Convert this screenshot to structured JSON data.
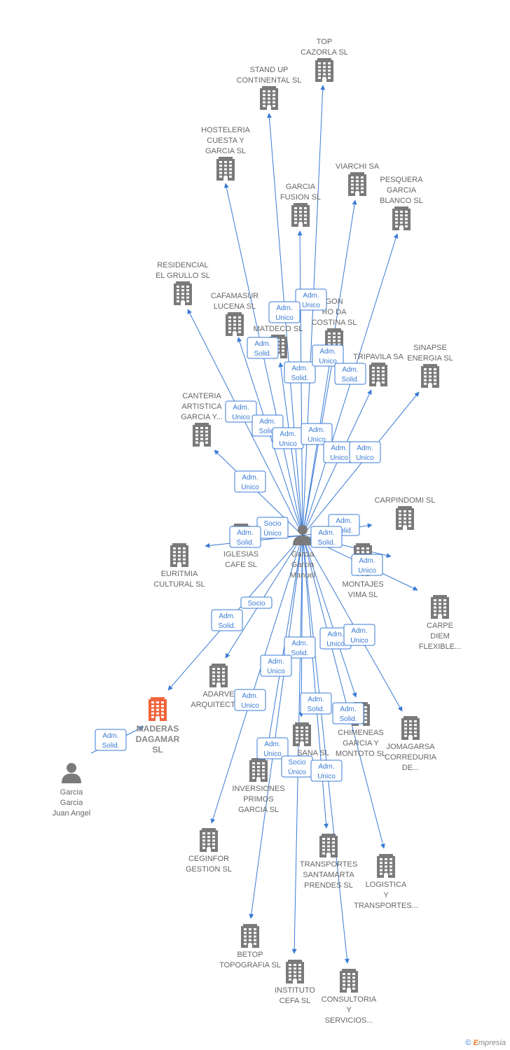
{
  "colors": {
    "edge": "#3a7bd5",
    "company_icon": "#7a7a7a",
    "focus_company_icon": "#f0643c",
    "person_icon": "#7a7a7a",
    "label_text": "#666666",
    "edge_label_border": "#3a7bd5"
  },
  "icons": {
    "company": "building-icon",
    "person": "person-icon"
  },
  "nodes": [
    {
      "id": "manuel",
      "type": "person",
      "lines": [
        "Garcia",
        "Garcia",
        "Manuel"
      ]
    },
    {
      "id": "juan",
      "type": "person",
      "lines": [
        "Garcia",
        "Garcia",
        "Juan Angel"
      ]
    },
    {
      "id": "maderas",
      "type": "company",
      "focus": true,
      "lines": [
        "MADERAS",
        "DAGAMAR",
        "SL"
      ]
    },
    {
      "id": "top",
      "type": "company",
      "lines": [
        "TOP",
        "CAZORLA SL"
      ]
    },
    {
      "id": "standup",
      "type": "company",
      "lines": [
        "STAND UP",
        "CONTINENTAL SL"
      ]
    },
    {
      "id": "hosteleria",
      "type": "company",
      "lines": [
        "HOSTELERIA",
        "CUESTA Y",
        "GARCIA SL"
      ]
    },
    {
      "id": "garciafusion",
      "type": "company",
      "lines": [
        "GARCIA",
        "FUSION SL"
      ]
    },
    {
      "id": "viarchi",
      "type": "company",
      "lines": [
        "VIARCHI SA"
      ]
    },
    {
      "id": "pesquera",
      "type": "company",
      "lines": [
        "PESQUERA",
        "GARCIA",
        "BLANCO SL"
      ]
    },
    {
      "id": "residencial",
      "type": "company",
      "lines": [
        "RESIDENCIAL",
        "EL GRULLO SL"
      ]
    },
    {
      "id": "cafamasur",
      "type": "company",
      "lines": [
        "CAFAMASUR",
        "LUCENA SL"
      ]
    },
    {
      "id": "logmatdeco",
      "type": "company",
      "lines": [
        "LOG",
        "MATDECO SL"
      ]
    },
    {
      "id": "obradoiro",
      "type": "company",
      "lines": [
        "GON",
        "RO DA",
        "COSTINA SL"
      ]
    },
    {
      "id": "tripavila",
      "type": "company",
      "lines": [
        "TRIPAVILA SA"
      ]
    },
    {
      "id": "sinapse",
      "type": "company",
      "lines": [
        "SINAPSE",
        "ENERGIA SL"
      ]
    },
    {
      "id": "canteria",
      "type": "company",
      "lines": [
        "CANTERIA",
        "ARTISTICA",
        "GARCIA Y..."
      ]
    },
    {
      "id": "carpindomi",
      "type": "company",
      "lines": [
        "CARPINDOMI SL"
      ]
    },
    {
      "id": "iglesias",
      "type": "company",
      "lines": [
        "IGLESIAS",
        "CAFE SL"
      ]
    },
    {
      "id": "euritmia",
      "type": "company",
      "lines": [
        "EURITMIA",
        "CULTURAL SL"
      ]
    },
    {
      "id": "tuberias",
      "type": "company",
      "lines": [
        "TUB",
        "MONTAJES",
        "VIMA SL"
      ]
    },
    {
      "id": "carpediem",
      "type": "company",
      "lines": [
        "CARPE",
        "DIEM",
        "FLEXIBLE..."
      ]
    },
    {
      "id": "adarve",
      "type": "company",
      "lines": [
        "ADARVE",
        "ARQUITECTUR"
      ]
    },
    {
      "id": "chimeneas",
      "type": "company",
      "lines": [
        "CHIMENEAS",
        "GARCIA Y",
        "MONTOTO SL"
      ]
    },
    {
      "id": "jomagarsa",
      "type": "company",
      "lines": [
        "JOMAGARSA",
        "CORREDURIA",
        "DE..."
      ]
    },
    {
      "id": "tecnisana",
      "type": "company",
      "lines": [
        "SANA SL"
      ]
    },
    {
      "id": "inversiones",
      "type": "company",
      "lines": [
        "INVERSIONES",
        "PRIMOS",
        "GARCIA SL"
      ]
    },
    {
      "id": "ceginfor",
      "type": "company",
      "lines": [
        "CEGINFOR",
        "GESTION SL"
      ]
    },
    {
      "id": "transportes",
      "type": "company",
      "lines": [
        "TRANSPORTES",
        "SANTAMARTA",
        "PRENDES SL"
      ]
    },
    {
      "id": "logistica",
      "type": "company",
      "lines": [
        "LOGISTICA",
        "Y",
        "TRANSPORTES..."
      ]
    },
    {
      "id": "betop",
      "type": "company",
      "lines": [
        "BETOP",
        "TOPOGRAFIA SL"
      ]
    },
    {
      "id": "instituto",
      "type": "company",
      "lines": [
        "INSTITUTO",
        "CEFA SL"
      ]
    },
    {
      "id": "consultoria",
      "type": "company",
      "lines": [
        "CONSULTORIA",
        "Y",
        "SERVICIOS..."
      ]
    }
  ],
  "edges": [
    {
      "from": "manuel",
      "to": "top",
      "role": [
        "Adm.",
        "Unico"
      ]
    },
    {
      "from": "manuel",
      "to": "standup",
      "role": [
        "Adm.",
        "Unico"
      ]
    },
    {
      "from": "manuel",
      "to": "hosteleria",
      "role": [
        "Adm.",
        "Solid."
      ]
    },
    {
      "from": "manuel",
      "to": "garciafusion",
      "role": [
        "Adm.",
        "Solid."
      ]
    },
    {
      "from": "manuel",
      "to": "viarchi",
      "role": [
        "Adm.",
        "Unico"
      ]
    },
    {
      "from": "manuel",
      "to": "pesquera",
      "role": [
        "Adm.",
        "Solid."
      ]
    },
    {
      "from": "manuel",
      "to": "residencial",
      "role": [
        "Adm.",
        "Unico"
      ]
    },
    {
      "from": "manuel",
      "to": "cafamasur",
      "role": [
        "Adm.",
        "Solid."
      ]
    },
    {
      "from": "manuel",
      "to": "logmatdeco",
      "role": [
        "Adm.",
        "Unico"
      ]
    },
    {
      "from": "manuel",
      "to": "obradoiro",
      "role": [
        "Adm.",
        "Unico"
      ]
    },
    {
      "from": "manuel",
      "to": "tripavila",
      "role": [
        "Adm.",
        "Unico"
      ]
    },
    {
      "from": "manuel",
      "to": "sinapse",
      "role": [
        "Adm.",
        "Unico"
      ]
    },
    {
      "from": "manuel",
      "to": "canteria",
      "role": [
        "Adm.",
        "Unico"
      ]
    },
    {
      "from": "manuel",
      "to": "carpindomi",
      "role": [
        "Adm.",
        "Solid."
      ]
    },
    {
      "from": "manuel",
      "to": "iglesias",
      "role": [
        "Socio",
        "Único"
      ]
    },
    {
      "from": "manuel",
      "to": "euritmia",
      "role": [
        "Adm.",
        "Solid."
      ]
    },
    {
      "from": "manuel",
      "to": "tuberias",
      "role": [
        "Adm.",
        "Solid."
      ]
    },
    {
      "from": "manuel",
      "to": "carpediem",
      "role": [
        "Adm.",
        "Unico"
      ]
    },
    {
      "from": "manuel",
      "to": "maderas",
      "role": [
        "Adm.",
        "Solid."
      ]
    },
    {
      "from": "manuel",
      "to": "adarve",
      "role": [
        "Socio"
      ]
    },
    {
      "from": "manuel",
      "to": "chimeneas",
      "role": [
        "Adm.",
        "Unico"
      ]
    },
    {
      "from": "manuel",
      "to": "jomagarsa",
      "role": [
        "Adm.",
        "Unico"
      ]
    },
    {
      "from": "manuel",
      "to": "tecnisana",
      "role": [
        "Adm.",
        "Solid."
      ]
    },
    {
      "from": "manuel",
      "to": "inversiones",
      "role": [
        "Adm.",
        "Unico"
      ]
    },
    {
      "from": "manuel",
      "to": "ceginfor",
      "role": [
        "Adm.",
        "Unico"
      ]
    },
    {
      "from": "manuel",
      "to": "transportes",
      "role": [
        "Adm.",
        "Solid."
      ]
    },
    {
      "from": "manuel",
      "to": "logistica",
      "role": [
        "Adm.",
        "Solid."
      ]
    },
    {
      "from": "manuel",
      "to": "betop",
      "role": [
        "Adm.",
        "Unico"
      ]
    },
    {
      "from": "manuel",
      "to": "instituto",
      "role": [
        "Socio",
        "Único"
      ]
    },
    {
      "from": "manuel",
      "to": "consultoria",
      "role": [
        "Adm.",
        "Unico"
      ]
    },
    {
      "from": "juan",
      "to": "maderas",
      "role": [
        "Adm.",
        "Solid."
      ]
    }
  ],
  "copyright": {
    "symbol": "©",
    "brand_first": "E",
    "brand_rest": "mpresia"
  }
}
